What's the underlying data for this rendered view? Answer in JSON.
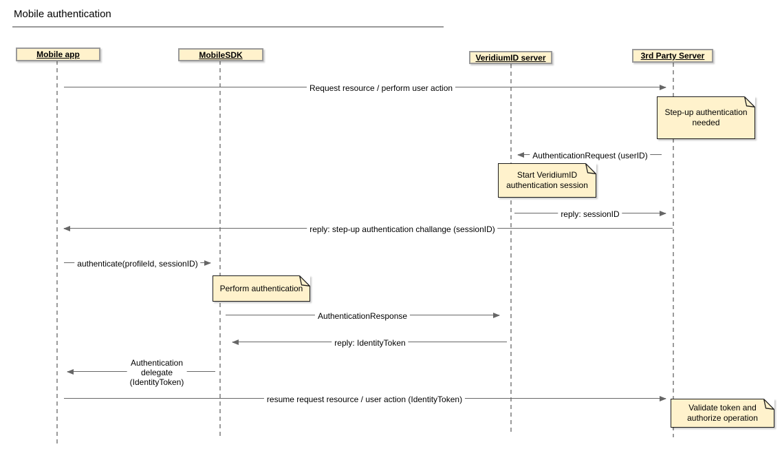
{
  "title": "Mobile authentication",
  "colors": {
    "participant_fill": "#FFF2CC",
    "participant_border": "#999999",
    "note_fill": "#FFF2CC",
    "note_border": "#1A1A1A",
    "arrow": "#666666",
    "lifeline": "#9A9A9A",
    "text": "#000000",
    "background": "#FFFFFF"
  },
  "participants": [
    {
      "id": "mobile-app",
      "label": "Mobile app"
    },
    {
      "id": "mobile-sdk",
      "label": "MobileSDK"
    },
    {
      "id": "veridiumid-server",
      "label": "VeridiumID server"
    },
    {
      "id": "third-party-server",
      "label": "3rd Party Server"
    }
  ],
  "messages": [
    {
      "label": "Request resource / perform user action",
      "from": "Mobile app",
      "to": "3rd Party Server",
      "direction": "right"
    },
    {
      "label": "AuthenticationRequest (userID)",
      "from": "3rd Party Server",
      "to": "VeridiumID server",
      "direction": "left"
    },
    {
      "label": "reply: sessionID",
      "from": "VeridiumID server",
      "to": "3rd Party Server",
      "direction": "right"
    },
    {
      "label": "reply: step-up authentication challange (sessionID)",
      "from": "3rd Party Server",
      "to": "Mobile app",
      "direction": "left"
    },
    {
      "label": "authenticate(profileId, sessionID)",
      "from": "Mobile app",
      "to": "MobileSDK",
      "direction": "right"
    },
    {
      "label": "AuthenticationResponse",
      "from": "MobileSDK",
      "to": "VeridiumID server",
      "direction": "right"
    },
    {
      "label": "reply: IdentityToken",
      "from": "VeridiumID server",
      "to": "MobileSDK",
      "direction": "left"
    },
    {
      "label": "Authentication delegate\n(IdentityToken)",
      "from": "MobileSDK",
      "to": "Mobile app",
      "direction": "left"
    },
    {
      "label": "resume request resource / user action (IdentityToken)",
      "from": "Mobile app",
      "to": "3rd Party Server",
      "direction": "right"
    }
  ],
  "notes": [
    {
      "text": "Step-up authentication\nneeded",
      "anchor": "3rd Party Server"
    },
    {
      "text": "Start VeridiumID\nauthentication session",
      "anchor": "VeridiumID server"
    },
    {
      "text": "Perform authentication",
      "anchor": "MobileSDK"
    },
    {
      "text": "Validate token and\nauthorize operation",
      "anchor": "3rd Party Server"
    }
  ]
}
